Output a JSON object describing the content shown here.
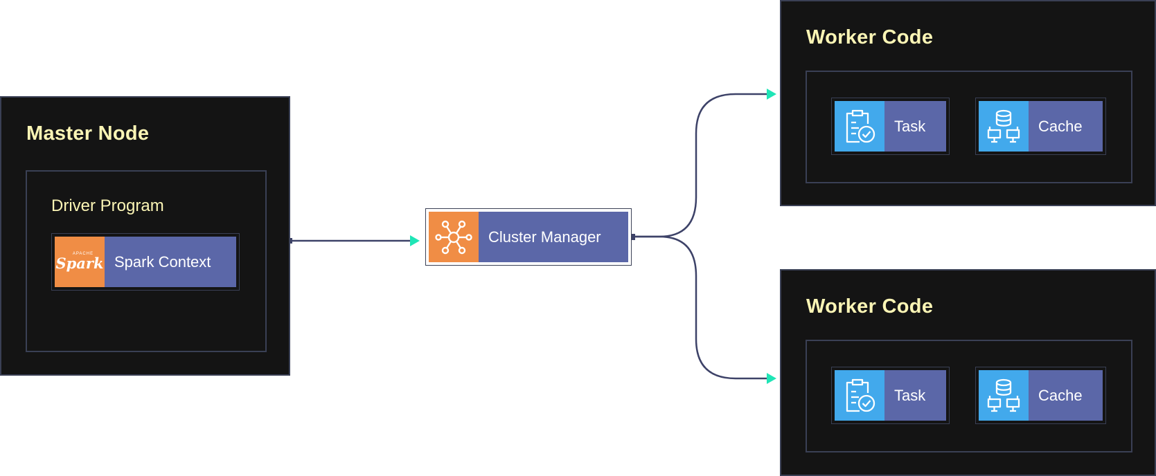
{
  "colors": {
    "node_bg": "#141414",
    "border": "#3a4055",
    "title": "#fbf5b5",
    "label_bg": "#5b67a8",
    "spark_orange": "#f08d45",
    "icon_blue": "#42a9ec",
    "arrow": "#1fe5b6",
    "line": "#3d4268"
  },
  "master": {
    "title": "Master Node",
    "driver_title": "Driver Program",
    "spark_logo_small": "APACHE",
    "spark_logo": "Spark",
    "spark_context": "Spark Context"
  },
  "cluster_manager": {
    "label": "Cluster Manager",
    "icon": "hub-network-icon"
  },
  "workers": [
    {
      "title": "Worker Code",
      "task_label": "Task",
      "cache_label": "Cache"
    },
    {
      "title": "Worker Code",
      "task_label": "Task",
      "cache_label": "Cache"
    }
  ]
}
